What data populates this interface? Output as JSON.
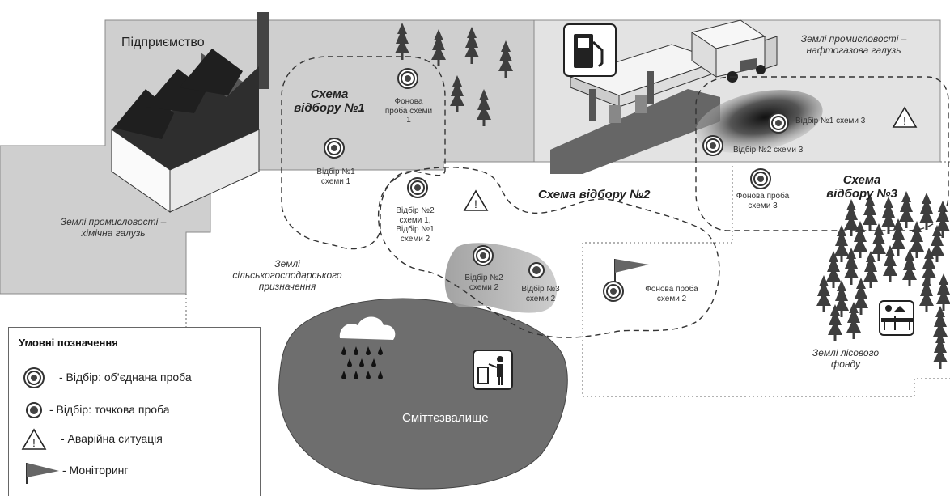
{
  "labels": {
    "enterprise": "Підприємство",
    "chem_land": [
      "Землі промисловості –",
      "хімічна галузь"
    ],
    "oil_land": [
      "Землі промисловості –",
      "нафтогазова галузь"
    ],
    "agri_land": [
      "Землі",
      "сільськогосподарського",
      "призначення"
    ],
    "forest_land": [
      "Землі лісового",
      "фонду"
    ],
    "landfill": "Сміттєзвалище",
    "scheme1": [
      "Схема",
      "відбору №1"
    ],
    "scheme2": "Схема відбору №2",
    "scheme3": [
      "Схема",
      "відбору №3"
    ],
    "bg1": [
      "Фонова",
      "проба схеми",
      "1"
    ],
    "s1_1": [
      "Відбір №1",
      "схеми 1"
    ],
    "s2_combo": [
      "Відбір №2",
      "схеми 1,",
      "Відбір №1",
      "схеми 2"
    ],
    "s2_2": [
      "Відбір №2",
      "схеми 2"
    ],
    "s2_3": [
      "Відбір №3",
      "схеми 2"
    ],
    "bg2": [
      "Фонова проба",
      "схеми 2"
    ],
    "s3_1": "Відбір №1 схеми 3",
    "s3_2": "Відбір №2 схеми 3",
    "bg3": [
      "Фонова проба",
      "схеми 3"
    ]
  },
  "legend": {
    "title": "Умовні позначення",
    "items": [
      {
        "symbol": "combined-sample",
        "label": "- Відбір: об’єднана проба"
      },
      {
        "symbol": "point-sample",
        "label": "- Відбір: точкова проба"
      },
      {
        "symbol": "warning",
        "label": "- Аварійна ситуація"
      },
      {
        "symbol": "flag",
        "label": "- Моніторинг"
      }
    ]
  },
  "colors": {
    "chem_zone": "#cfcfcf",
    "oil_zone": "#e3e3e3",
    "landfill": "#6e6e6e",
    "trees": "#3e3e3e",
    "dash": "#333333"
  }
}
